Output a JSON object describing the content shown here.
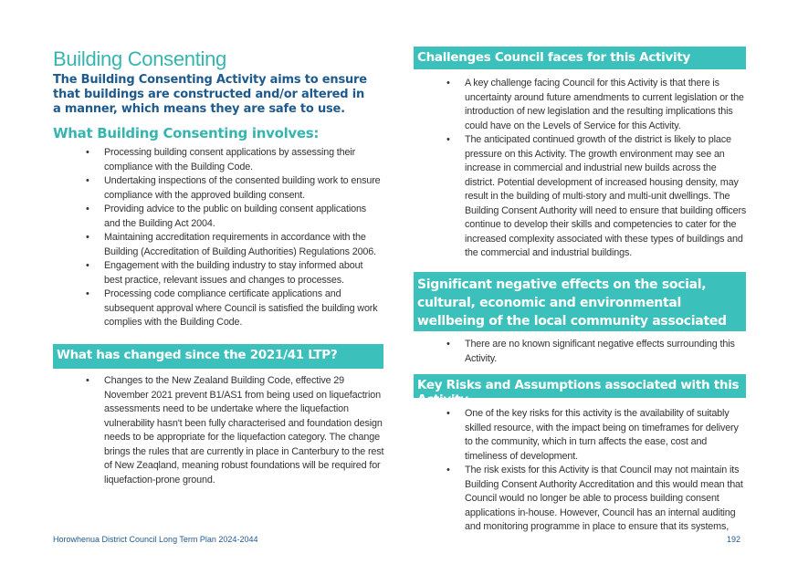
{
  "left": {
    "title": "Building Consenting",
    "intro": "The Building Consenting Activity aims to ensure that buildings are constructed and/or altered in a manner, which means they are safe to use.",
    "involves_heading": "What Building Consenting involves:",
    "involves_items": [
      "Processing building consent applications by assessing their compliance with the Building Code.",
      "Undertaking inspections of the consented building work to ensure compliance with the approved building consent.",
      "Providing advice to the public on building consent applications and the Building Act 2004.",
      "Maintaining accreditation requirements in accordance with the Building (Accreditation of Building Authorities) Regulations 2006.",
      "Engagement with the building industry to stay informed about best practice, relevant issues and changes to processes.",
      "Processing code compliance certificate applications and subsequent approval where Council is satisfied the building work complies with the Building Code."
    ],
    "changed_heading": "What has changed since the 2021/41 LTP?",
    "changed_items": [
      "Changes to the New Zealand Building Code, effective 29 November 2021 prevent B1/AS1 from being used on liquefactrion assessments need to be undertake where the liquefaction vulnerability hasn't been fully characterised and foundation design needs to be appropriate for the liquefaction category. The change brings the rules that are currently in place in Canterbury to the rest of New Zeaqland, meaning robust foundations will be required for liquefaction-prone ground."
    ]
  },
  "right": {
    "challenges_heading": "Challenges Council faces for this Activity",
    "challenges_items": [
      "A key challenge facing Council for this Activity is that there is uncertainty around future amendments to current legislation or the introduction of new legislation and the resulting implications this could have on the Levels of Service for this Activity.",
      "The anticipated continued growth of the district is likely to place pressure on this Activity. The growth environment may see an increase in commercial and industrial new builds across the district.  Potential development of increased housing density, may result in the building of multi-story and multi-unit dwellings. The Building Consent Authority will need to ensure that building officers continue to develop their skills and competencies to cater for the increased complexity associated with these types of buildings and the commercial and industrial buildings."
    ],
    "negative_heading": "Significant negative effects on the social, cultural, economic and environmental wellbeing of the local community associated with this Activity",
    "negative_items": [
      "There are no known significant negative effects surrounding this Activity."
    ],
    "risks_heading": "Key Risks and Assumptions associated with this Activity",
    "risks_items": [
      "One of the key risks for this activity is the availability of suitably skilled resource, with the impact being on timeframes for delivery to the community, which in turn affects the ease, cost and timeliness of development.",
      "The risk exists for this Activity is that Council may not maintain its Building Consent Authority Accreditation and this would mean that Council would no longer be able to process building consent applications in-house. However, Council has an internal auditing and monitoring programme in place to ensure that its systems,"
    ]
  },
  "footer": {
    "left": "Horowhenua District Council Long Term Plan 2024-2044",
    "page_number": "192"
  }
}
